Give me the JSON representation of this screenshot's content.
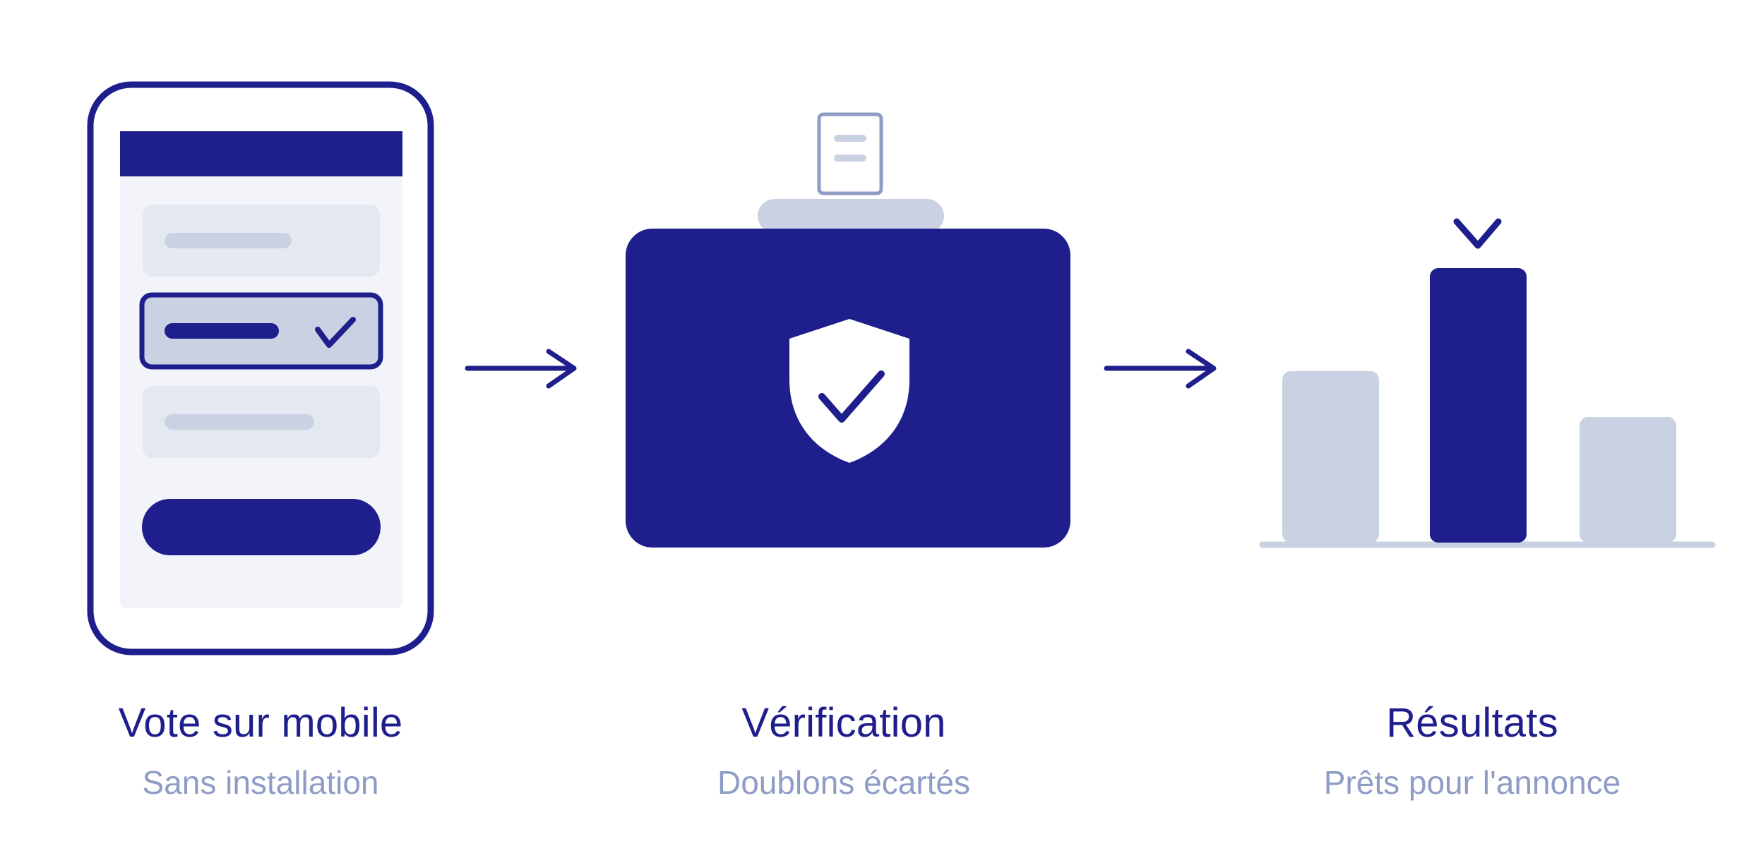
{
  "colors": {
    "primary": "#1e1e8c",
    "muted": "#c9d1e3",
    "muted_light": "#e4e8f1",
    "screen_bg": "#f3f4f9",
    "doc_stroke": "#8e9cc6",
    "subtitle": "#8e9cc6",
    "background": "#ffffff"
  },
  "icons": {
    "step_1": "smartphone-icon",
    "step_2": "ballot-box-icon",
    "step_3": "bar-chart-icon",
    "connector": "arrow-right-icon"
  },
  "steps": [
    {
      "title": "Vote sur mobile",
      "subtitle": "Sans installation"
    },
    {
      "title": "Vérification",
      "subtitle": "Doublons écartés"
    },
    {
      "title": "Résultats",
      "subtitle": "Prêts pour l'annonce"
    }
  ]
}
